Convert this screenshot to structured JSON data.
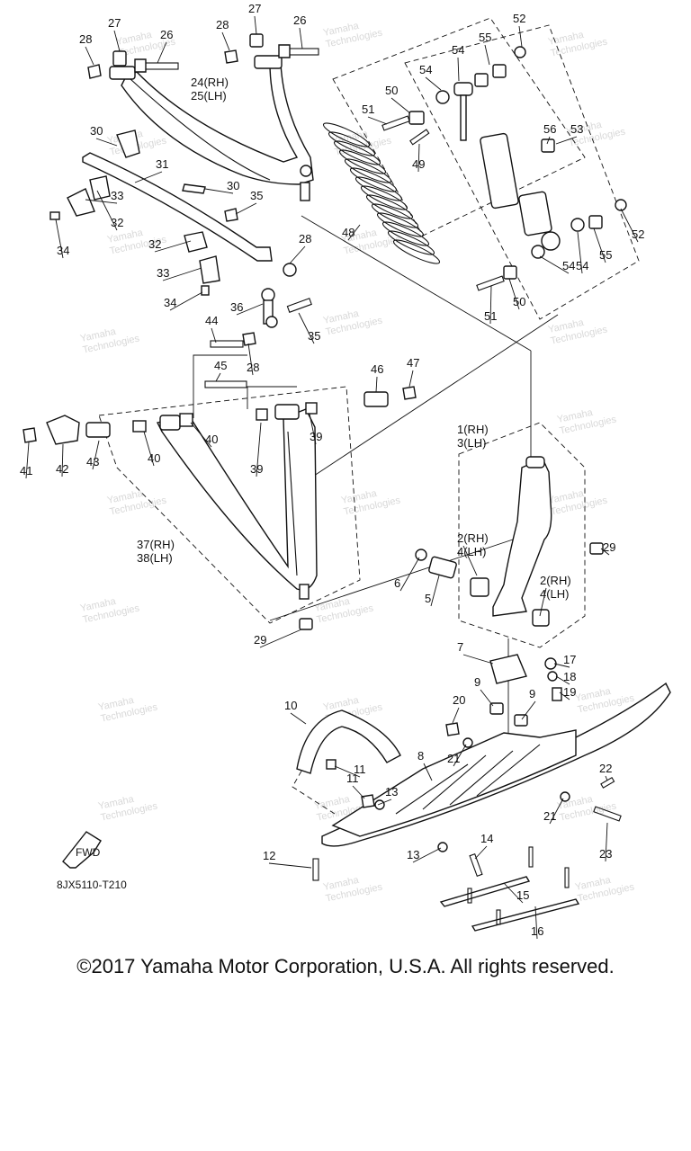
{
  "diagram": {
    "code": "8JX5110-T210",
    "fwd_label": "FWD",
    "watermark_line1": "Yamaha",
    "watermark_line2": "Technologies",
    "callouts": [
      {
        "label": "1(RH)"
      },
      {
        "label": "3(LH)"
      },
      {
        "label": "2(RH)"
      },
      {
        "label": "4(LH)"
      },
      {
        "label": "2(RH)"
      },
      {
        "label": "4(LH)"
      },
      {
        "label": "5"
      },
      {
        "label": "6"
      },
      {
        "label": "7"
      },
      {
        "label": "8"
      },
      {
        "label": "9"
      },
      {
        "label": "9"
      },
      {
        "label": "10"
      },
      {
        "label": "11"
      },
      {
        "label": "11"
      },
      {
        "label": "12"
      },
      {
        "label": "13"
      },
      {
        "label": "13"
      },
      {
        "label": "14"
      },
      {
        "label": "15"
      },
      {
        "label": "16"
      },
      {
        "label": "17"
      },
      {
        "label": "18"
      },
      {
        "label": "19"
      },
      {
        "label": "20"
      },
      {
        "label": "21"
      },
      {
        "label": "21"
      },
      {
        "label": "22"
      },
      {
        "label": "23"
      },
      {
        "label": "24(RH)"
      },
      {
        "label": "25(LH)"
      },
      {
        "label": "26"
      },
      {
        "label": "26"
      },
      {
        "label": "27"
      },
      {
        "label": "27"
      },
      {
        "label": "28"
      },
      {
        "label": "28"
      },
      {
        "label": "28"
      },
      {
        "label": "28"
      },
      {
        "label": "29"
      },
      {
        "label": "29"
      },
      {
        "label": "30"
      },
      {
        "label": "30"
      },
      {
        "label": "31"
      },
      {
        "label": "32"
      },
      {
        "label": "32"
      },
      {
        "label": "33"
      },
      {
        "label": "33"
      },
      {
        "label": "34"
      },
      {
        "label": "34"
      },
      {
        "label": "35"
      },
      {
        "label": "35"
      },
      {
        "label": "36"
      },
      {
        "label": "37(RH)"
      },
      {
        "label": "38(LH)"
      },
      {
        "label": "39"
      },
      {
        "label": "39"
      },
      {
        "label": "40"
      },
      {
        "label": "40"
      },
      {
        "label": "41"
      },
      {
        "label": "42"
      },
      {
        "label": "43"
      },
      {
        "label": "44"
      },
      {
        "label": "45"
      },
      {
        "label": "46"
      },
      {
        "label": "47"
      },
      {
        "label": "48"
      },
      {
        "label": "49"
      },
      {
        "label": "50"
      },
      {
        "label": "50"
      },
      {
        "label": "51"
      },
      {
        "label": "51"
      },
      {
        "label": "52"
      },
      {
        "label": "52"
      },
      {
        "label": "53"
      },
      {
        "label": "54"
      },
      {
        "label": "54"
      },
      {
        "label": "54"
      },
      {
        "label": "54"
      },
      {
        "label": "55"
      },
      {
        "label": "55"
      },
      {
        "label": "56"
      }
    ]
  },
  "copyright": "©2017 Yamaha Motor Corporation, U.S.A. All rights reserved."
}
